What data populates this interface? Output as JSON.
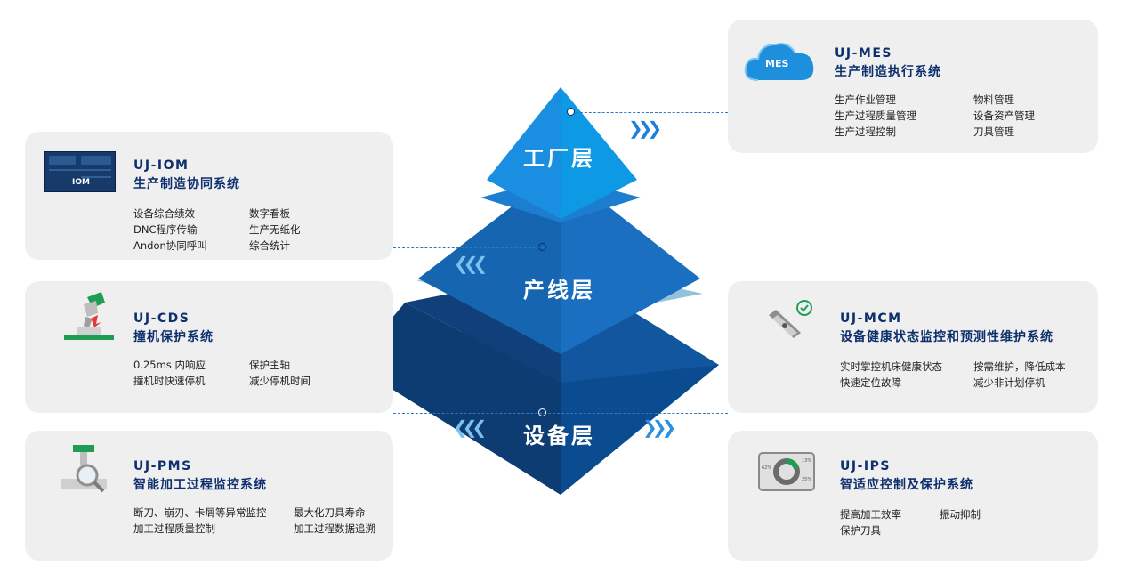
{
  "layers": {
    "factory": "工厂层",
    "line": "产线层",
    "equipment": "设备层"
  },
  "chevrons": {
    "right": "❯❯❯",
    "left": "❮❮❮"
  },
  "cards": {
    "mes": {
      "code": "UJ-MES",
      "name": "生产制造执行系统",
      "icon_label": "MES",
      "features": [
        "生产作业管理",
        "物料管理",
        "生产过程质量管理",
        "设备资产管理",
        "生产过程控制",
        "刀具管理"
      ]
    },
    "iom": {
      "code": "UJ-IOM",
      "name": "生产制造协同系统",
      "icon_label": "IOM",
      "features": [
        "设备综合绩效",
        "数字看板",
        "DNC程序传输",
        "生产无纸化",
        "Andon协同呼叫",
        "综合统计"
      ]
    },
    "cds": {
      "code": "UJ-CDS",
      "name": "撞机保护系统",
      "features": [
        "0.25ms 内响应",
        "保护主轴",
        "撞机时快速停机",
        "减少停机时间"
      ]
    },
    "mcm": {
      "code": "UJ-MCM",
      "name": "设备健康状态监控和预测性维护系统",
      "features": [
        "实时掌控机床健康状态",
        "按需维护，降低成本",
        "快速定位故障",
        "减少非计划停机"
      ]
    },
    "pms": {
      "code": "UJ-PMS",
      "name": "智能加工过程监控系统",
      "features": [
        "断刀、崩刃、卡屑等异常监控",
        "最大化刀具寿命",
        "加工过程质量控制",
        "加工过程数据追溯"
      ]
    },
    "ips": {
      "code": "UJ-IPS",
      "name": "智适应控制及保护系统",
      "icon_values": [
        "62%",
        "13%",
        "25%"
      ],
      "features": [
        "提高加工效率",
        "振动抑制",
        "保护刀具"
      ]
    }
  },
  "colors": {
    "card_bg": "#efefef",
    "title": "#0e2f6e",
    "accent": "#1e8fdc"
  }
}
